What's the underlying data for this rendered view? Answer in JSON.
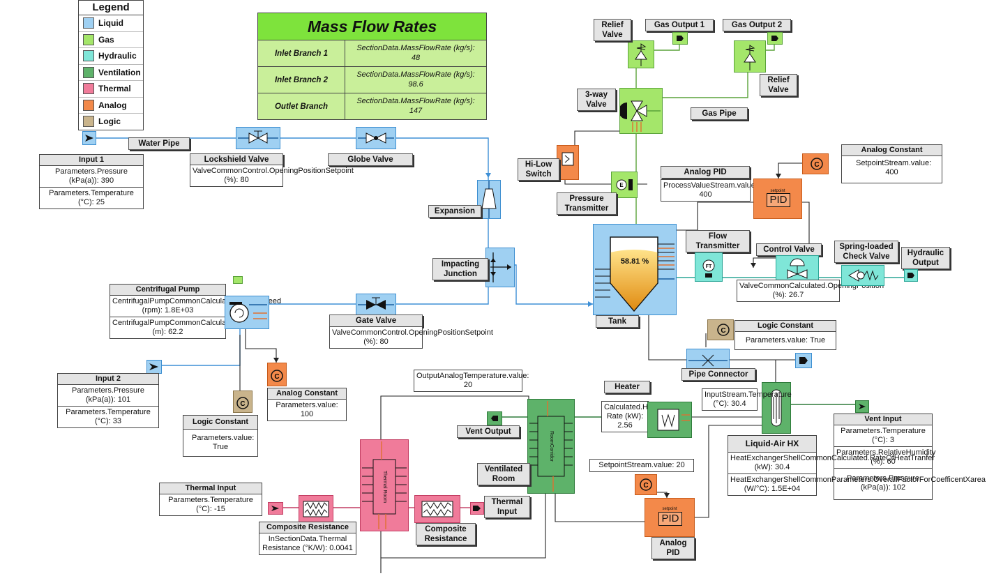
{
  "legend": {
    "title": "Legend",
    "items": [
      {
        "label": "Liquid",
        "color": "#9fd0f2"
      },
      {
        "label": "Gas",
        "color": "#a4e66a"
      },
      {
        "label": "Hydraulic",
        "color": "#7fe6d8"
      },
      {
        "label": "Ventilation",
        "color": "#5eb26a"
      },
      {
        "label": "Thermal",
        "color": "#f07b9a"
      },
      {
        "label": "Analog",
        "color": "#f3894a"
      },
      {
        "label": "Logic",
        "color": "#c9b48c"
      }
    ]
  },
  "mass_flow": {
    "title": "Mass Flow Rates",
    "rows": [
      {
        "name": "Inlet Branch 1",
        "field": "SectionData.MassFlowRate (kg/s):",
        "value": "48"
      },
      {
        "name": "Inlet Branch 2",
        "field": "SectionData.MassFlowRate (kg/s):",
        "value": "98.6"
      },
      {
        "name": "Outlet Branch",
        "field": "SectionData.MassFlowRate (kg/s):",
        "value": "147"
      }
    ]
  },
  "labels": {
    "water_pipe": "Water Pipe",
    "lockshield_valve": "Lockshield Valve",
    "globe_valve": "Globe Valve",
    "expansion": "Expansion",
    "impacting_junction_1": "Impacting",
    "impacting_junction_2": "Junction",
    "gate_valve": "Gate Valve",
    "tank": "Tank",
    "relief_valve_1a": "Relief",
    "relief_valve_1b": "Valve",
    "gas_output_1": "Gas Output 1",
    "gas_output_2": "Gas Output 2",
    "relief_valve_2a": "Relief",
    "relief_valve_2b": "Valve",
    "three_way_a": "3-way",
    "three_way_b": "Valve",
    "gas_pipe": "Gas Pipe",
    "hi_low_a": "Hi-Low",
    "hi_low_b": "Switch",
    "pressure_tx_a": "Pressure",
    "pressure_tx_b": "Transmitter",
    "analog_pid_top": "Analog PID",
    "flow_tx_a": "Flow",
    "flow_tx_b": "Transmitter",
    "control_valve": "Control Valve",
    "check_valve_a": "Spring-loaded",
    "check_valve_b": "Check Valve",
    "hydraulic_out_a": "Hydraulic",
    "hydraulic_out_b": "Output",
    "pipe_connector": "Pipe Connector",
    "heater": "Heater",
    "vent_output": "Vent Output",
    "ventilated_room_a": "Ventilated",
    "ventilated_room_b": "Room",
    "thermal_input_out_a": "Thermal",
    "thermal_input_out_b": "Input",
    "composite_res_2a": "Composite",
    "composite_res_2b": "Resistance",
    "analog_pid_bottom_a": "Analog",
    "analog_pid_bottom_b": "PID",
    "thermal_room": "Thermal Room",
    "room_corridor": "RoomCorridor",
    "tank_level": "58.81 %",
    "pid_small": "setpoint",
    "pid_big": "PID"
  },
  "boxes": {
    "input1": {
      "title": "Input 1",
      "rows": [
        "Parameters.Pressure (kPa(a)): 390",
        "Parameters.Temperature (°C): 25"
      ]
    },
    "lockshield": {
      "rows": [
        "ValveCommonControl.OpeningPositionSetpoint (%): 80"
      ]
    },
    "analog_const_top": {
      "title": "Analog Constant",
      "rows": [
        "SetpointStream.value: 400"
      ]
    },
    "analog_pid_top": {
      "rows": [
        "ProcessValueStream.value: 400"
      ]
    },
    "control_valve": {
      "rows": [
        "ValveCommonCalculated.OpeningPosition (%): 26.7"
      ]
    },
    "logic_const_right": {
      "title": "Logic Constant",
      "rows": [
        "Parameters.value: True"
      ]
    },
    "centrifugal_pump": {
      "title": "Centrifugal Pump",
      "rows": [
        "CentrifugalPumpCommonCalculated.PumpSpeed (rpm): 1.8E+03",
        "CentrifugalPumpCommonCalculated.Head (m): 62.2"
      ]
    },
    "gate_valve": {
      "rows": [
        "ValveCommonControl.OpeningPositionSetpoint (%): 80"
      ]
    },
    "input2": {
      "title": "Input 2",
      "rows": [
        "Parameters.Pressure (kPa(a)): 101",
        "Parameters.Temperature (°C): 33"
      ]
    },
    "logic_const_left": {
      "title": "Logic Constant",
      "rows": [
        "Parameters.value: True"
      ]
    },
    "analog_const_left": {
      "title": "Analog Constant",
      "rows": [
        "Parameters.value: 100"
      ]
    },
    "output_analog_temp": {
      "rows": [
        "OutputAnalogTemperature.value: 20"
      ]
    },
    "heater": {
      "rows": [
        "Calculated.HeatFlow Rate (kW): 2.56"
      ]
    },
    "input_stream_temp": {
      "rows": [
        "InputStream.Temperature (°C): 30.4"
      ]
    },
    "vent_input": {
      "title": "Vent Input",
      "rows": [
        "Parameters.Temperature (°C): 3",
        "Parameters.RelativeHumidity (%): 60",
        "Parameters.Pressure (kPa(a)): 102"
      ]
    },
    "liquid_air_hx": {
      "title": "Liquid-Air HX",
      "rows": [
        "HeatExchangerShellCommonCalculated.RateOfHeatTranfer (kW): 30.4",
        "HeatExchangerShellCommonParameters.OverallFactorForCoefficentXarea (W/°C): 1.5E+04"
      ]
    },
    "setpoint_stream": {
      "rows": [
        "SetpointStream.value: 20"
      ]
    },
    "thermal_input": {
      "title": "Thermal Input",
      "rows": [
        "Parameters.Temperature (°C): -15"
      ]
    },
    "composite_res_1": {
      "title": "Composite Resistance",
      "rows": [
        "InSectionData.Thermal Resistance (°K/W): 0.0041"
      ]
    }
  }
}
